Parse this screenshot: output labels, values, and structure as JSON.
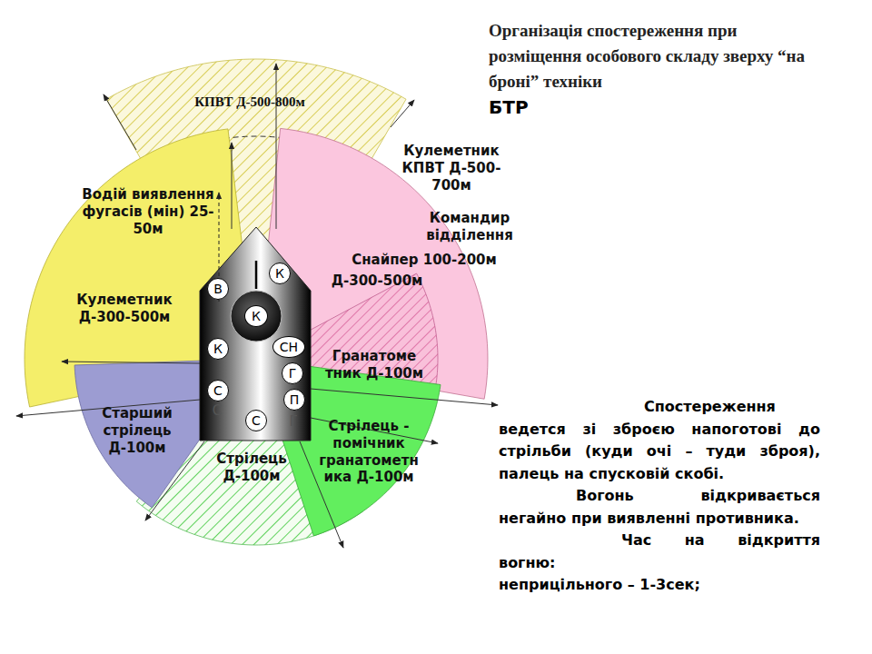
{
  "diagram": {
    "title": "Організація спостереження при розміщення особового складу зверху “на броні” техніки",
    "nodes": [
      {
        "text": [
          "КПВТ Д-500-800м"
        ]
      },
      {
        "text": [
          "Водій виявлення фугасів (мін) 25-50м",
          "Кулеметник Д-300-500м"
        ]
      },
      {
        "text": [
          "Командир відділення",
          "Снайпер 100-200м",
          "Д-300-500м"
        ]
      },
      {
        "text": [
          "Гранатоме тник Д-100м"
        ]
      },
      {
        "text": [
          "Стрілець Д-100м"
        ]
      },
      {
        "text": [
          "Стрілець - помічник гранатометн ика Д-100м"
        ]
      },
      {
        "text": [
          "Старший стрілець Д-100м"
        ]
      },
      {
        "text": [
          "В"
        ]
      },
      {
        "text": [
          "К"
        ]
      },
      {
        "text": [
          "К"
        ]
      },
      {
        "text": [
          "К"
        ]
      },
      {
        "text": [
          "СН"
        ]
      },
      {
        "text": [
          "Г"
        ]
      },
      {
        "text": [
          "С"
        ]
      },
      {
        "text": [
          "П"
        ]
      },
      {
        "text": [
          "С"
        ]
      }
    ],
    "labels": [
      "Кулеметник КПВТ Д-500-700м",
      "БТР",
      "С",
      "Г",
      "Спостереження ведется зі зброєю напоготові до стрільби (куди очі – туди зброя), палець на спусковій скобі.",
      "Вогонь відкривається негайно при виявленні противника.",
      "Час на відкриття вогню:",
      "неприцільного – 1-3сек;"
    ]
  }
}
